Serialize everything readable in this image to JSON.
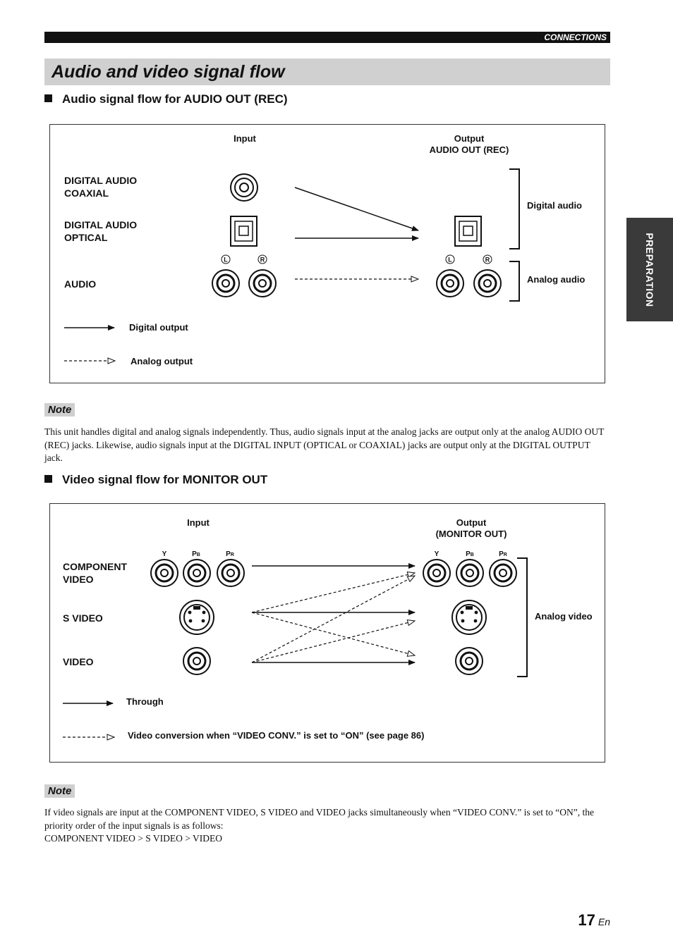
{
  "header": {
    "section_label": "CONNECTIONS"
  },
  "title": "Audio and video signal flow",
  "side_tab": "PREPARATION",
  "audio_section": {
    "heading": "Audio signal flow for AUDIO OUT (REC)",
    "input_label": "Input",
    "output_label_1": "Output",
    "output_label_2": "AUDIO OUT (REC)",
    "rows": {
      "coaxial_1": "DIGITAL AUDIO",
      "coaxial_2": "COAXIAL",
      "optical_1": "DIGITAL AUDIO",
      "optical_2": "OPTICAL",
      "audio": "AUDIO"
    },
    "jack_left": "L",
    "jack_right": "R",
    "digital_bracket": "Digital audio",
    "analog_bracket": "Analog audio",
    "legend_digital": "Digital output",
    "legend_analog": "Analog output"
  },
  "note1": {
    "tag": "Note",
    "text": "This unit handles digital and analog signals independently. Thus, audio signals input at the analog jacks are output only at the analog AUDIO OUT (REC) jacks. Likewise, audio signals input at the DIGITAL INPUT (OPTICAL or COAXIAL) jacks are output only at the DIGITAL OUTPUT jack."
  },
  "video_section": {
    "heading": "Video signal flow for MONITOR OUT",
    "input_label": "Input",
    "output_label_1": "Output",
    "output_label_2": "(MONITOR OUT)",
    "rows": {
      "component_1": "COMPONENT",
      "component_2": "VIDEO",
      "svideo": "S VIDEO",
      "video": "VIDEO"
    },
    "jack_y": "Y",
    "jack_pb": "P",
    "jack_pb_sub": "B",
    "jack_pr": "P",
    "jack_pr_sub": "R",
    "analog_bracket": "Analog video",
    "legend_through": "Through",
    "legend_conversion": "Video conversion when “VIDEO CONV.” is set to “ON” (see page 86)"
  },
  "note2": {
    "tag": "Note",
    "line1": "If video signals are input at the COMPONENT VIDEO, S VIDEO and VIDEO jacks simultaneously when “VIDEO CONV.” is set to “ON”, the priority order of the input signals is as follows:",
    "line2": "COMPONENT VIDEO > S VIDEO > VIDEO"
  },
  "page": {
    "number": "17",
    "lang": "En"
  }
}
